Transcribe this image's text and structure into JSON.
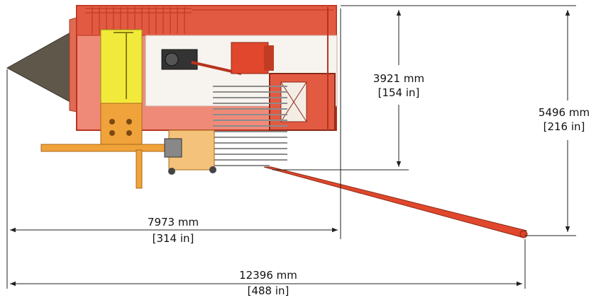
{
  "dimensions": {
    "inner_height": {
      "metric": "3921 mm",
      "imperial": "[154 in]"
    },
    "total_height": {
      "metric": "5496 mm",
      "imperial": "[216 in]"
    },
    "body_length": {
      "metric": "7973 mm",
      "imperial": "[314 in]"
    },
    "total_length": {
      "metric": "12396 mm",
      "imperial": "[488 in]"
    }
  },
  "colors": {
    "frame_red": "#d9412a",
    "light_red": "#f08a78",
    "yellow": "#f2ea3a",
    "orange": "#f0a33a",
    "hopper_gray": "#5e574a",
    "dimension_line": "#222222"
  }
}
